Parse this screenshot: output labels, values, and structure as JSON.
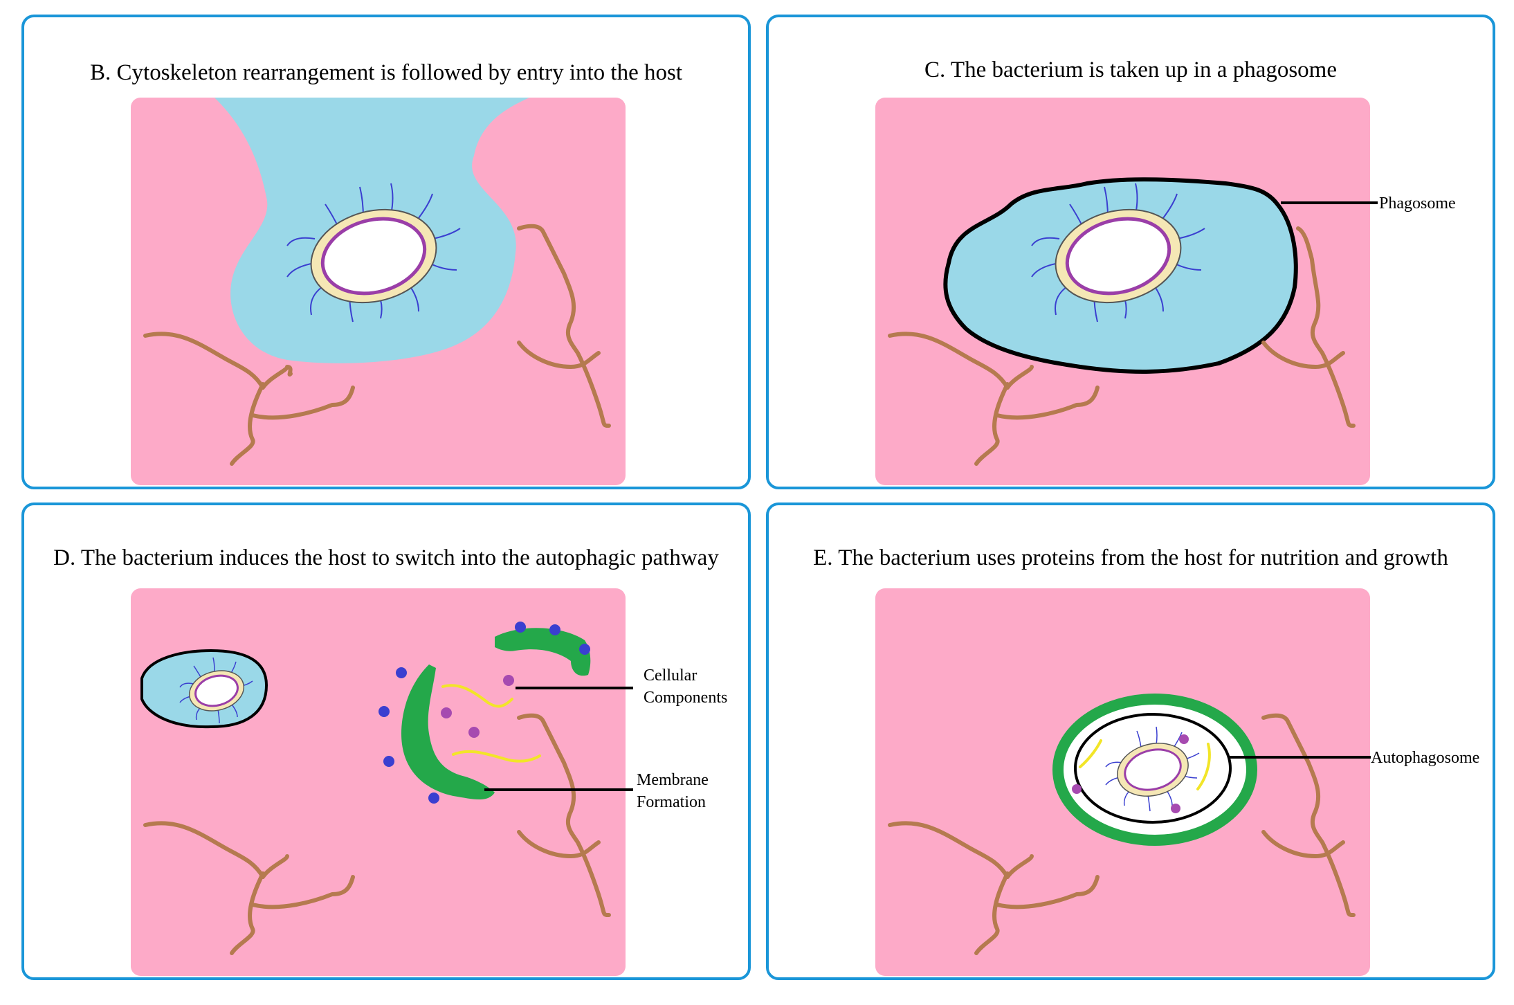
{
  "panels": {
    "b": {
      "title": "B. Cytoskeleton rearrangement is followed by entry into the host"
    },
    "c": {
      "title": "C. The bacterium is taken up in a phagosome",
      "label": "Phagosome"
    },
    "d": {
      "title": "D. The bacterium induces the host to switch into the autophagic pathway",
      "label_components_1": "Cellular",
      "label_components_2": "Components",
      "label_membrane_1": "Membrane",
      "label_membrane_2": "Formation"
    },
    "e": {
      "title": "E. The bacterium uses proteins from the host for nutrition and growth",
      "label": "Autophagosome"
    }
  },
  "colors": {
    "border": "#1a96d8",
    "cell": "#fdaac8",
    "cytoplasm": "#9ad8e8",
    "cytoskeleton": "#b57a4f",
    "membrane": "#24a84a",
    "protein": "#3a3fd0",
    "component_dot": "#a64ab0",
    "component_strand": "#f2e528"
  }
}
